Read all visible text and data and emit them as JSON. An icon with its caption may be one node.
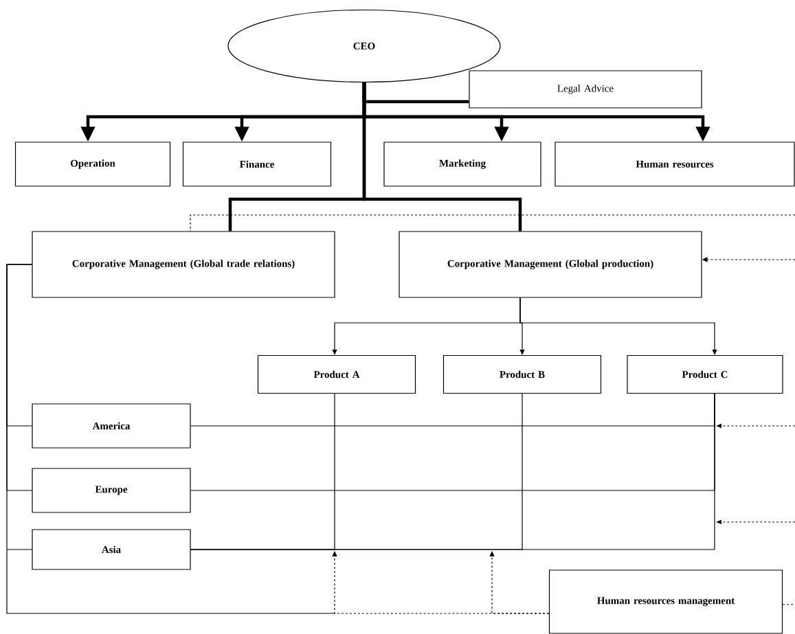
{
  "diagram": {
    "nodes": [
      {
        "text": [
          "CEO"
        ]
      },
      {
        "text": [
          "Legal Advice"
        ]
      },
      {
        "text": [
          "Operation"
        ]
      },
      {
        "text": [
          "Finance"
        ]
      },
      {
        "text": [
          "Marketing"
        ]
      },
      {
        "text": [
          "Human resources"
        ]
      },
      {
        "text": [
          "Corporative Management (Global trade relations)"
        ]
      },
      {
        "text": [
          "Corporative Management (Global production)"
        ]
      },
      {
        "text": [
          "Product A"
        ]
      },
      {
        "text": [
          "Product B"
        ]
      },
      {
        "text": [
          "Product C"
        ]
      },
      {
        "text": [
          "America"
        ]
      },
      {
        "text": [
          "Europe"
        ]
      },
      {
        "text": [
          "Asia"
        ]
      },
      {
        "text": [
          "Human resources management"
        ]
      }
    ],
    "edges": [
      {
        "from": 0,
        "to": 1,
        "arrow": "none",
        "style": "thick"
      },
      {
        "from": 0,
        "to": 2,
        "arrow": "to",
        "style": "thick"
      },
      {
        "from": 0,
        "to": 3,
        "arrow": "to",
        "style": "thick"
      },
      {
        "from": 0,
        "to": 4,
        "arrow": "to",
        "style": "thick"
      },
      {
        "from": 0,
        "to": 5,
        "arrow": "to",
        "style": "thick"
      },
      {
        "from": 0,
        "to": 6,
        "arrow": "none",
        "style": "thick"
      },
      {
        "from": 0,
        "to": 7,
        "arrow": "none",
        "style": "thick"
      },
      {
        "from": 7,
        "to": 8,
        "arrow": "to"
      },
      {
        "from": 7,
        "to": 9,
        "arrow": "to"
      },
      {
        "from": 7,
        "to": 10,
        "arrow": "to"
      },
      {
        "from": 6,
        "to": 11,
        "arrow": "none"
      },
      {
        "from": 6,
        "to": 12,
        "arrow": "none"
      },
      {
        "from": 6,
        "to": 13,
        "arrow": "none"
      },
      {
        "from": 8,
        "to": 13,
        "arrow": "none"
      },
      {
        "from": 9,
        "to": 13,
        "arrow": "none"
      },
      {
        "from": 10,
        "to": 13,
        "arrow": "none"
      },
      {
        "from": 11,
        "to": 10,
        "arrow": "none"
      },
      {
        "from": 12,
        "to": 10,
        "arrow": "none"
      },
      {
        "from": 14,
        "to": null,
        "arrow": "to",
        "style": "dashed"
      },
      {
        "from": 14,
        "to": null,
        "arrow": "to",
        "style": "dashed"
      },
      {
        "from": null,
        "to": 6,
        "arrow": "none",
        "style": "dashed"
      },
      {
        "from": null,
        "to": 7,
        "arrow": "to",
        "style": "dashed"
      },
      {
        "from": 14,
        "to": null,
        "arrow": "none",
        "style": "dashed"
      }
    ]
  }
}
